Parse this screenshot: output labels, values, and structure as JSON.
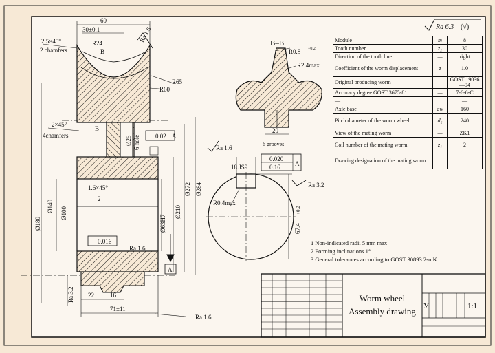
{
  "surface_finish": {
    "general": "Ra 6.3",
    "checkmark": "(√)"
  },
  "section_label": "B–B",
  "dimensions": {
    "width_60": "60",
    "width_30": "30±0.1",
    "chamfer_top": "2.5×45°",
    "chamfer_top_note": "2 chamfers",
    "r24": "R24",
    "letter_b_top": "B",
    "r65": "R65",
    "r60": "R60",
    "ra16_top": "Ra 1.6",
    "chamfer_mid": "2×45°",
    "chamfer_mid_note": "4chamfers",
    "letter_b_mid": "B",
    "d25": "Ø25",
    "six_holes": "6 hole",
    "perp_tol": "0.02",
    "datum_a": "A",
    "chamfer_bore": "1.6×45°",
    "chamfer_bore_note": "2",
    "d180": "Ø180",
    "d140": "Ø140",
    "d100": "Ø100",
    "d63h7": "Ø63H7",
    "d210": "Ø210",
    "d272": "Ø272",
    "d284": "Ø284",
    "par_tol": "0.016",
    "ra16_bore": "Ra 1.6",
    "datum_a_box": "A",
    "ra32_left": "Ra 3.2",
    "dim_22": "22",
    "dim_16": "16",
    "dim_71": "71±11",
    "ra16_bottom": "Ra 1.6",
    "r08": "R0.8",
    "r08_tol": "−0.2",
    "r24max": "R2.4max",
    "dim_20": "20",
    "grooves": "6 grooves",
    "ra16_keyway": "Ra 1.6",
    "keyway_18": "18.JS9",
    "sym_tol1": "0.020",
    "sym_tol2": "0.16",
    "keyway_datum": "A",
    "ra32_right": "Ra 3.2",
    "r04": "R0.4max",
    "keyway_67": "67.4",
    "keyway_67_tol": "+0.2"
  },
  "params_table": [
    {
      "name": "Module",
      "symbol": "m",
      "value": "8"
    },
    {
      "name": "Tooth number",
      "symbol": "z₂",
      "value": "30"
    },
    {
      "name": "Direction of the tooth line",
      "symbol": "—",
      "value": "right"
    },
    {
      "name": "Coefficient of the worm displacement",
      "symbol": "z",
      "value": "1.0"
    },
    {
      "name": "Original producing worm",
      "symbol": "—",
      "value": "GOST 19036—94"
    },
    {
      "name": "Accuracy degree GOST 3675-81",
      "symbol": "—",
      "value": "7-6-6-C"
    },
    {
      "name": "—",
      "symbol": "",
      "value": "—"
    },
    {
      "name": "Axle base",
      "symbol": "aw",
      "value": "160"
    },
    {
      "name": "Pitch diameter of the worm wheel",
      "symbol": "d₂",
      "value": "240"
    },
    {
      "name": "View of the mating worm",
      "symbol": "—",
      "value": "ZK1"
    },
    {
      "name": "Coil number of the mating worm",
      "symbol": "z₁",
      "value": "2"
    },
    {
      "name": "Drawing designation of the mating worm",
      "symbol": "",
      "value": ""
    }
  ],
  "notes": [
    "1 Non-indicated radii 5 mm max",
    "2 Forming inclinations 1°",
    "3 General tolerances according to GOST 30893.2-mK"
  ],
  "title_block": {
    "title_line1": "Worm wheel",
    "title_line2": "Assembly drawing",
    "mark": "У",
    "scale": "1:1"
  }
}
